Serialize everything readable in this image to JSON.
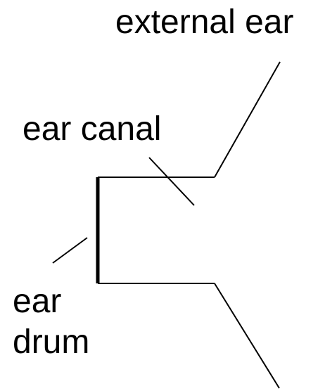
{
  "labels": {
    "external_ear": "external ear",
    "ear_canal": "ear canal",
    "ear_drum_line1": "ear",
    "ear_drum_line2": "drum"
  },
  "colors": {
    "background": "#ffffff",
    "ink": "#000000"
  }
}
